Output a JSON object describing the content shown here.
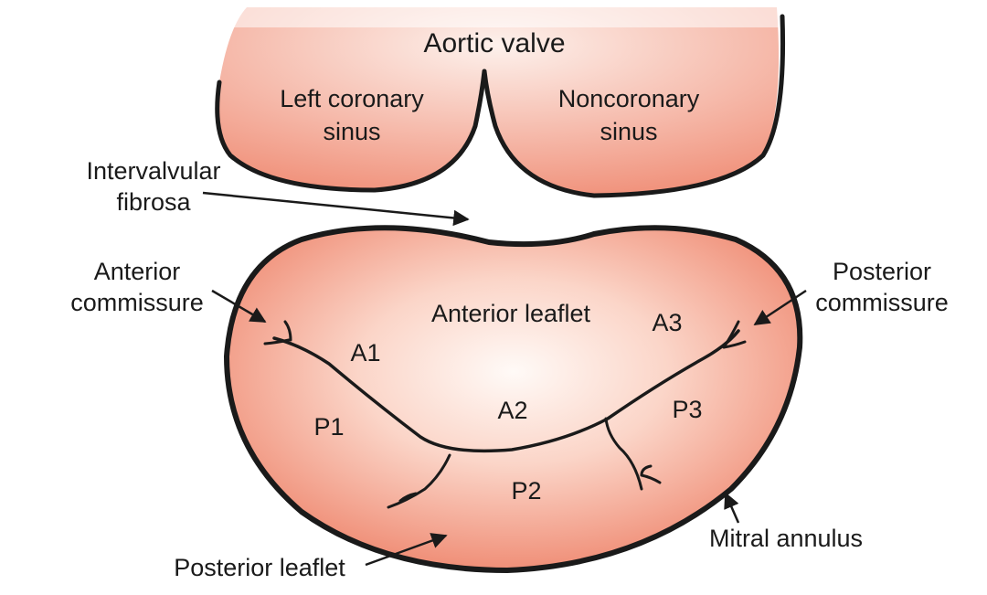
{
  "diagram": {
    "aortic_valve": {
      "title": "Aortic valve",
      "left_sinus": [
        "Left coronary",
        "sinus"
      ],
      "right_sinus": [
        "Noncoronary",
        "sinus"
      ]
    },
    "intervalvular_fibrosa": [
      "Intervalvular",
      "fibrosa"
    ],
    "anterior_commissure": [
      "Anterior",
      "commissure"
    ],
    "posterior_commissure": [
      "Posterior",
      "commissure"
    ],
    "anterior_leaflet": "Anterior leaflet",
    "posterior_leaflet": "Posterior leaflet",
    "mitral_annulus": "Mitral annulus",
    "scallops": {
      "a1": "A1",
      "a2": "A2",
      "a3": "A3",
      "p1": "P1",
      "p2": "P2",
      "p3": "P3"
    }
  },
  "colors": {
    "tissue_center": "#fdf1ec",
    "tissue_edge": "#f08f78",
    "outline": "#1a1a1a"
  }
}
